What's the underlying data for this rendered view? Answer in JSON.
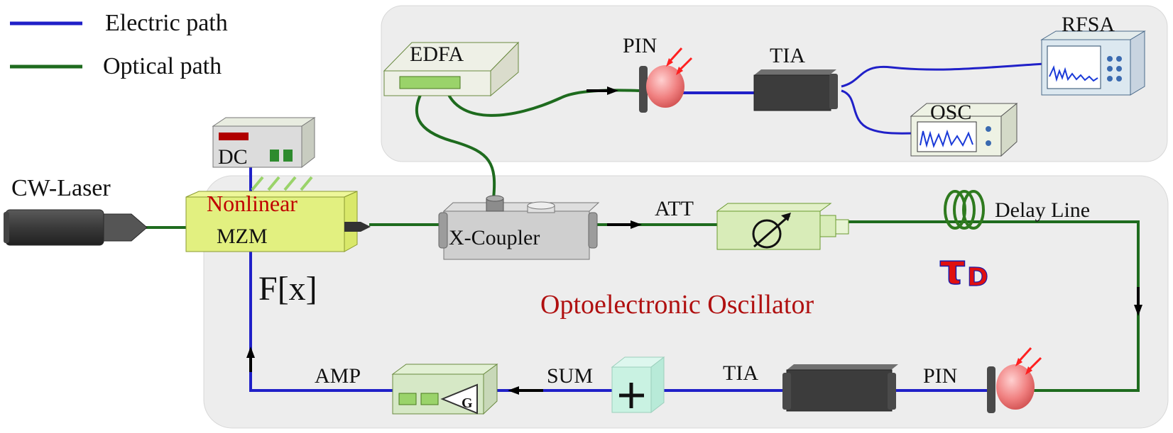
{
  "legend": {
    "electric_label": "Electric path",
    "optical_label": "Optical path"
  },
  "labels": {
    "cw_laser": "CW-Laser",
    "dc": "DC",
    "nonlinear": "Nonlinear",
    "mzm": "MZM",
    "transfer_fn": "F[x]",
    "edfa": "EDFA",
    "pin_top": "PIN",
    "tia_top": "TIA",
    "rfsa": "RFSA",
    "osc": "OSC",
    "x_coupler": "X-Coupler",
    "att": "ATT",
    "delay_line": "Delay Line",
    "tau_symbol": "τ",
    "tau_sub": "D",
    "oeo_title": "Optoelectronic Oscillator",
    "amp": "AMP",
    "sum": "SUM",
    "tia_bottom": "TIA",
    "pin_bottom": "PIN",
    "gain": "G"
  },
  "colors": {
    "electric": "#2020c8",
    "optical": "#1e6b1e",
    "panel_bg": "#ededed",
    "device_green": "#d8ecb8",
    "nonlinear_red": "#c00000",
    "tau_red": "#e01010",
    "tau_blue": "#1a1aa8"
  }
}
